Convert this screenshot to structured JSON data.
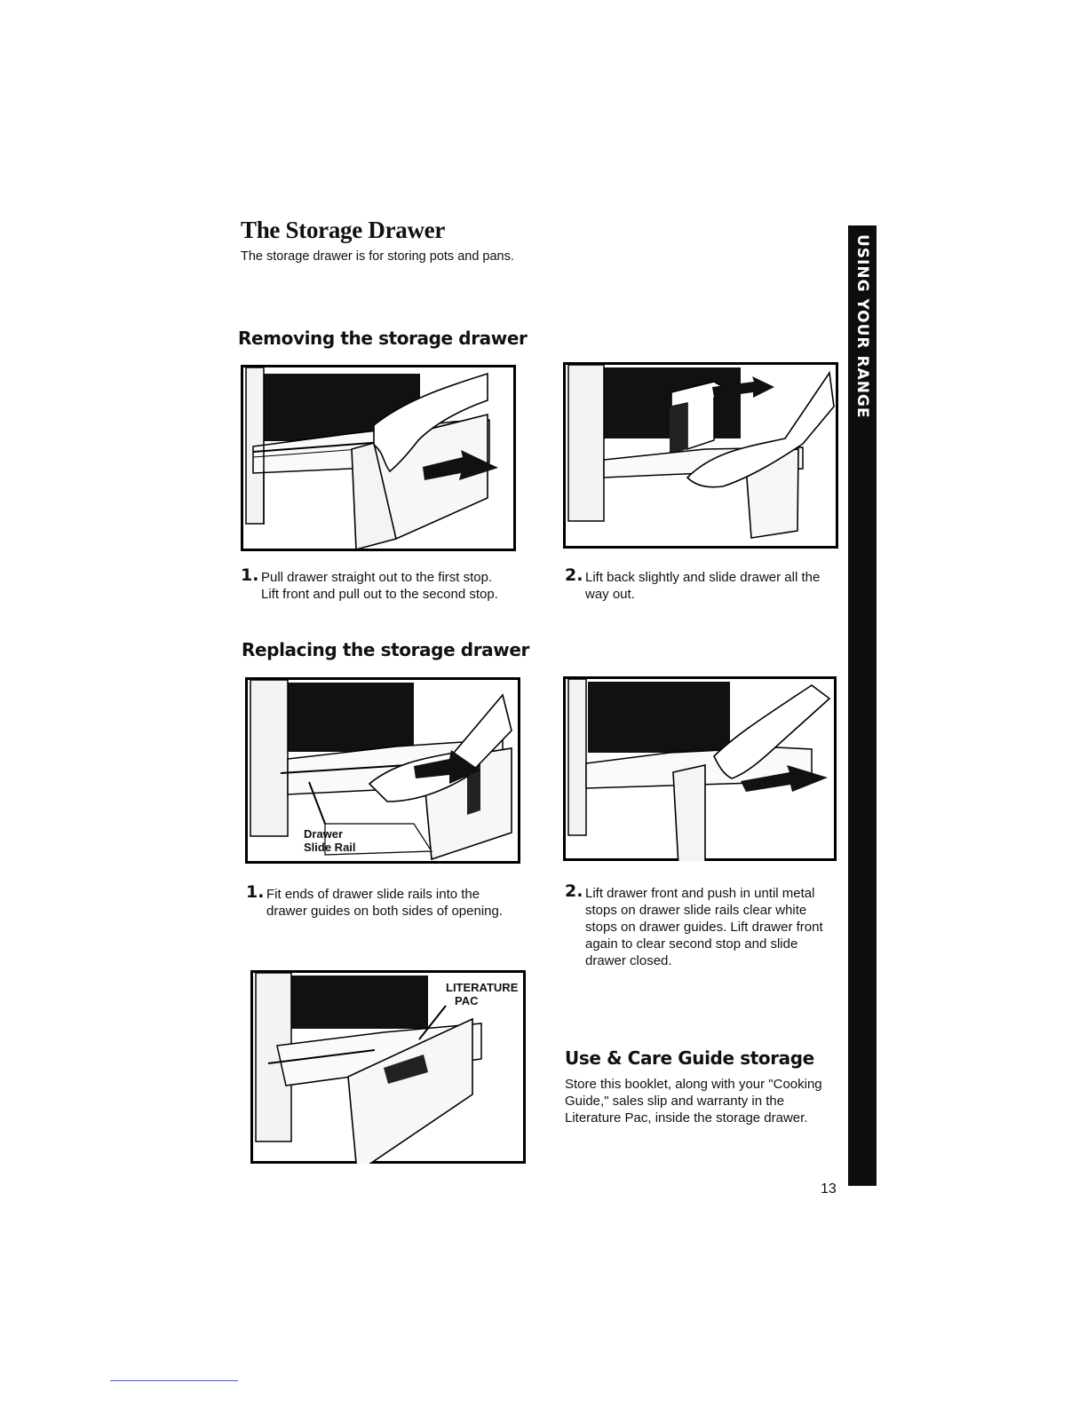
{
  "page": {
    "title": "The Storage Drawer",
    "intro": "The storage drawer is for storing pots and pans.",
    "side_tab": "USING YOUR RANGE",
    "page_number": "13"
  },
  "removing": {
    "heading": "Removing the storage drawer",
    "steps": [
      {
        "num": "1.",
        "text": "Pull drawer straight out to the first stop. Lift front and pull out to the second stop."
      },
      {
        "num": "2.",
        "text": "Lift back slightly and slide drawer all the way out."
      }
    ]
  },
  "replacing": {
    "heading": "Replacing the storage drawer",
    "callout_line1": "Drawer",
    "callout_line2": "Slide Rail",
    "steps": [
      {
        "num": "1.",
        "text": "Fit ends of drawer slide rails into the drawer guides on both sides of opening."
      },
      {
        "num": "2.",
        "text": "Lift drawer front and push in until metal stops on drawer slide rails clear white stops on drawer guides. Lift drawer front again to clear second stop and slide drawer closed."
      }
    ]
  },
  "literature": {
    "label_line1": "LITERATURE",
    "label_line2": "PAC"
  },
  "guide_storage": {
    "heading": "Use & Care Guide storage",
    "text": "Store this booklet, along with your \"Cooking Guide,\" sales slip and warranty in the Literature Pac, inside the storage drawer."
  }
}
